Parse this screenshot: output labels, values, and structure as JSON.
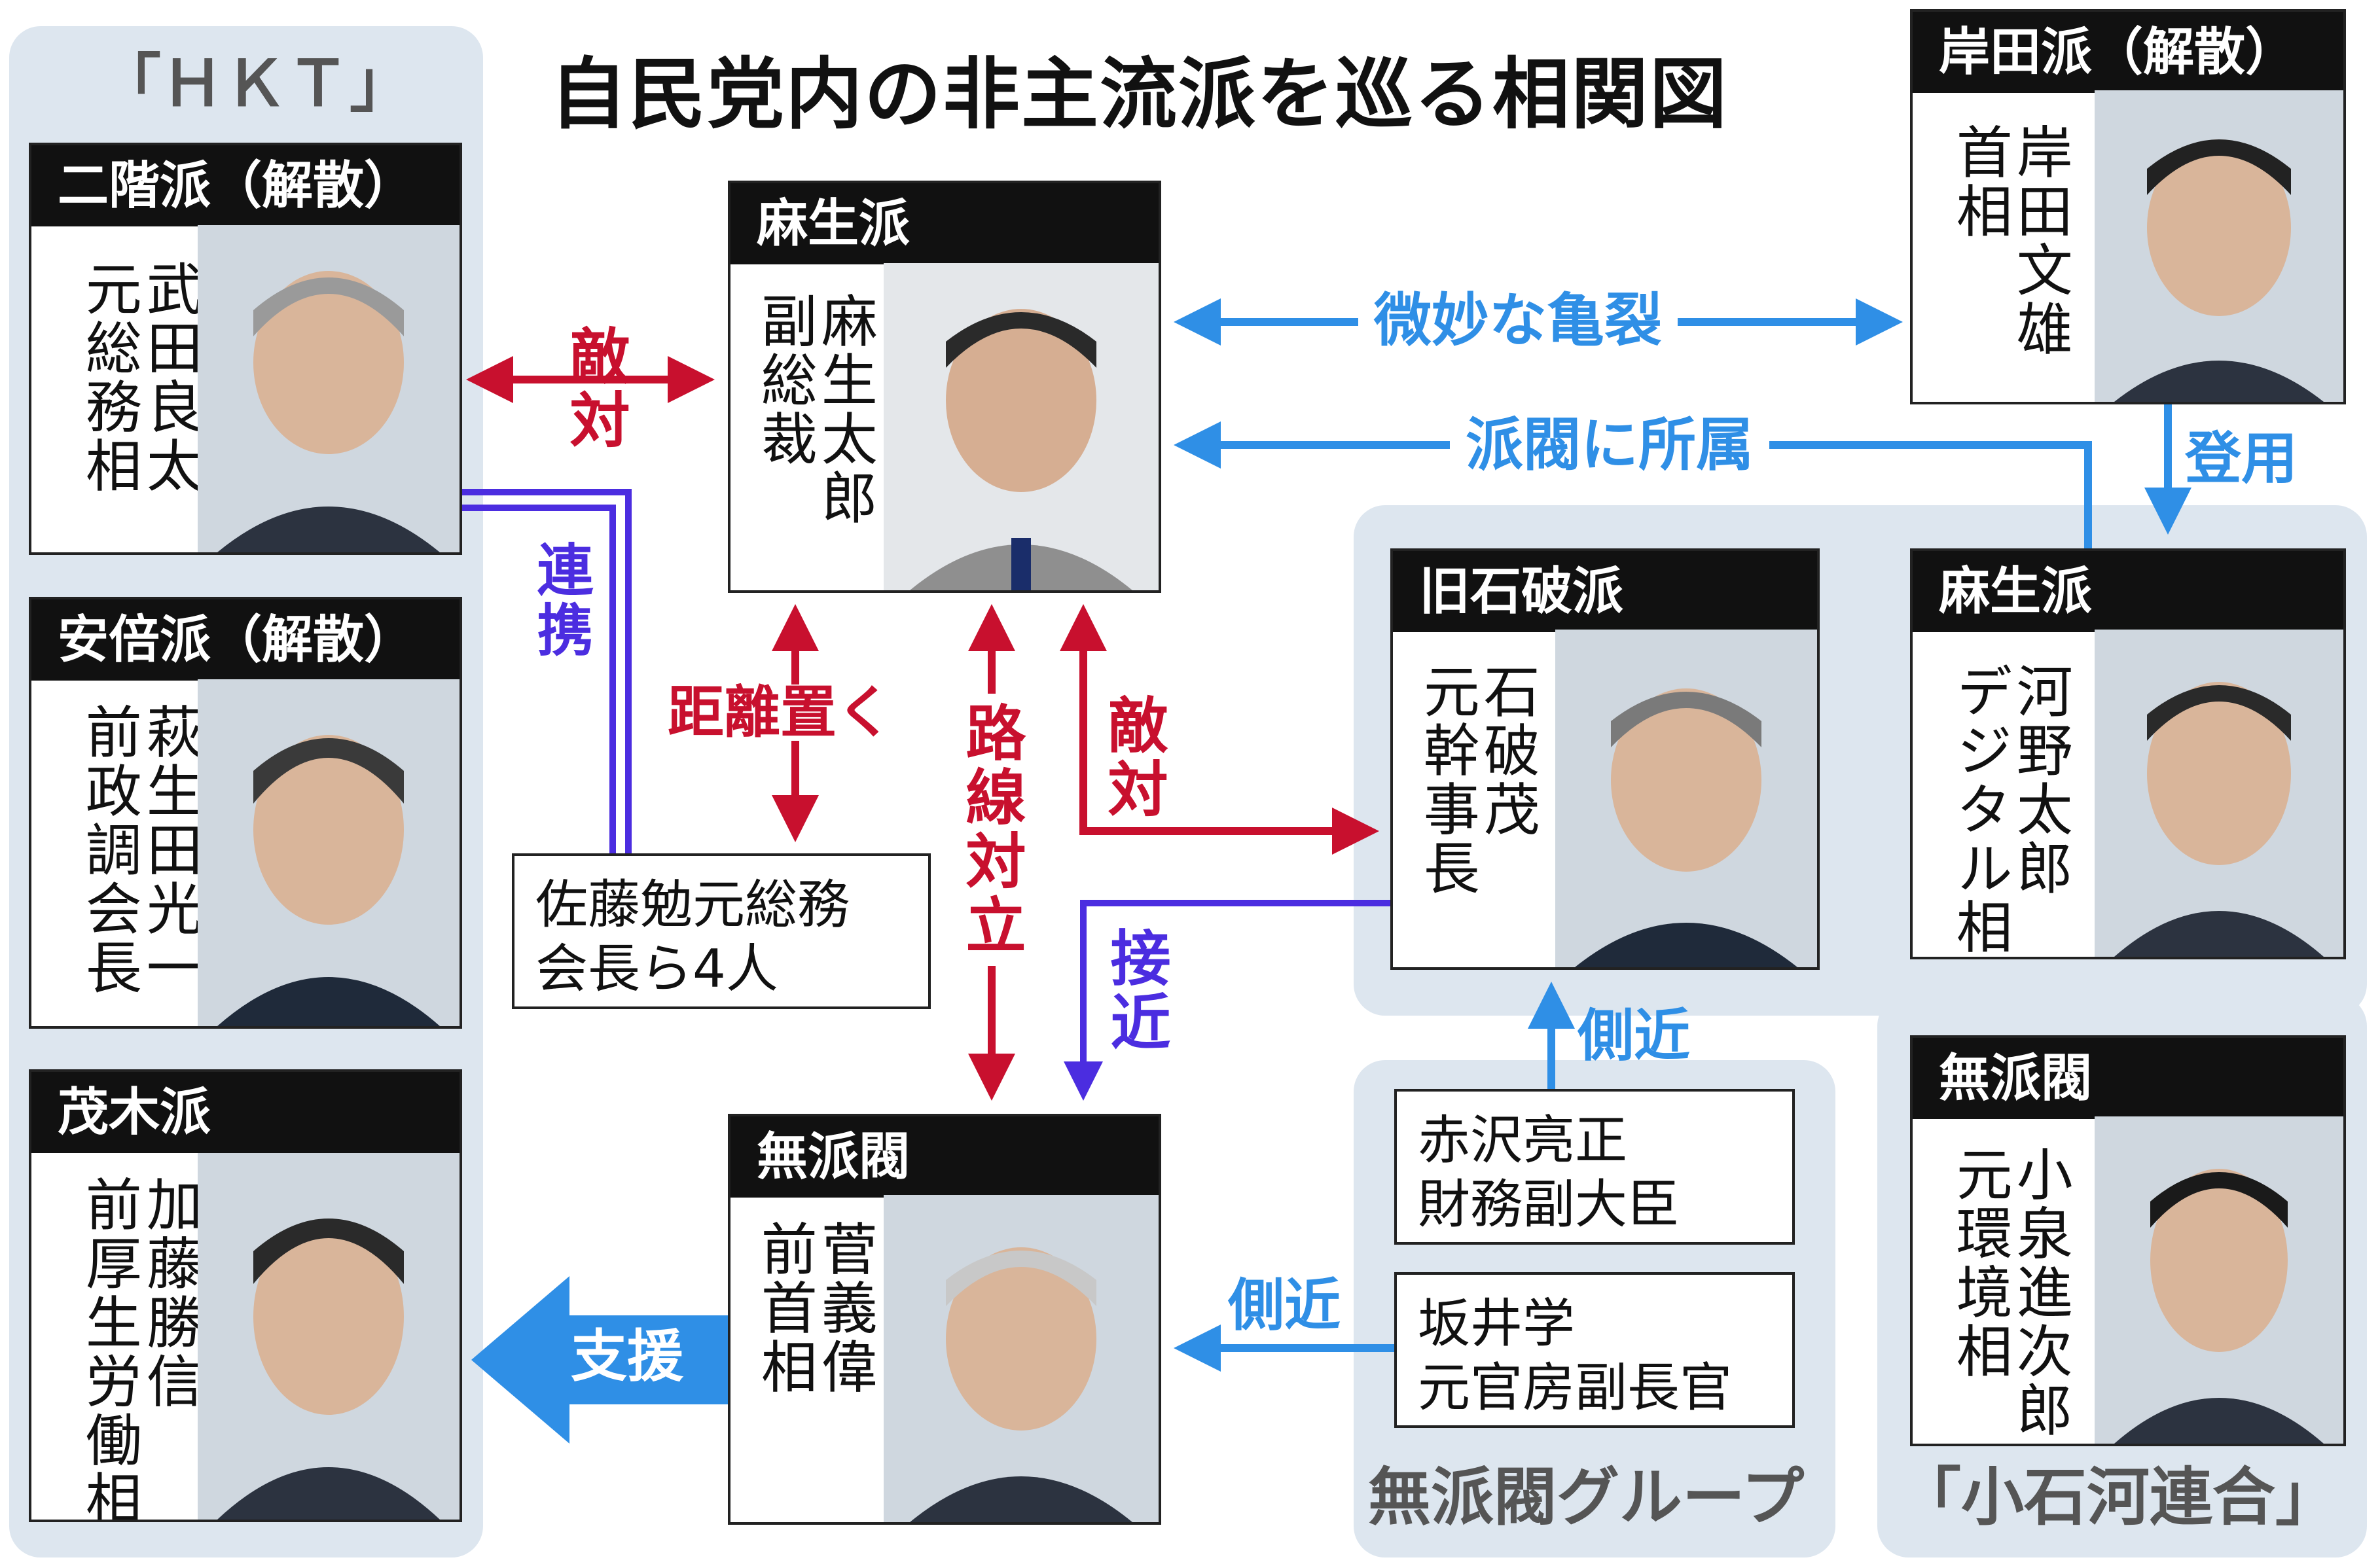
{
  "title": "自民党内の非主流派を巡る相関図",
  "groups": {
    "hkt": "「ＨＫＴ」",
    "mu_habatsu_group": "無派閥グループ",
    "koishikawa": "「小石河連合」"
  },
  "persons": {
    "nikai": {
      "faction": "二階派（解散）",
      "name": "武田良太",
      "role": "元総務相"
    },
    "abe": {
      "faction": "安倍派（解散）",
      "name": "萩生田光一",
      "role": "前政調会長"
    },
    "motegi": {
      "faction": "茂木派",
      "name": "加藤勝信",
      "role": "前厚生労働相"
    },
    "aso": {
      "faction": "麻生派",
      "name": "麻生太郎",
      "role": "副総裁"
    },
    "suga": {
      "faction": "無派閥",
      "name": "菅義偉",
      "role": "前首相"
    },
    "kishida": {
      "faction": "岸田派（解散）",
      "name": "岸田文雄",
      "role": "首相"
    },
    "ishiba": {
      "faction": "旧石破派",
      "name": "石破茂",
      "role": "元幹事長"
    },
    "kono": {
      "faction": "麻生派",
      "name": "河野太郎",
      "role": "デジタル相"
    },
    "koizumi": {
      "faction": "無派閥",
      "name": "小泉進次郎",
      "role": "元環境相"
    }
  },
  "boxes": {
    "sato": [
      "佐藤勉元総務",
      "会長ら4人"
    ],
    "akazawa": [
      "赤沢亮正",
      "財務副大臣"
    ],
    "sakai": [
      "坂井学",
      "元官房副長官"
    ]
  },
  "relations": {
    "tekitai_nikai_aso": "敵対",
    "renkei": "連携",
    "bimyo": "微妙な亀裂",
    "habatsu_shozoku": "派閥に所属",
    "toyo": "登用",
    "kyori": "距離置く",
    "rosen": "路線対立",
    "tekitai_aso_ishiba": "敵対",
    "sekkin": "接近",
    "sokkin_akazawa": "側近",
    "sokkin_sakai": "側近",
    "shien": "支援"
  },
  "colors": {
    "red": "#c8102e",
    "blue": "#2f8fe6",
    "purple": "#4b2de0",
    "group_bg": "#dde6ef",
    "header": "#111111"
  }
}
